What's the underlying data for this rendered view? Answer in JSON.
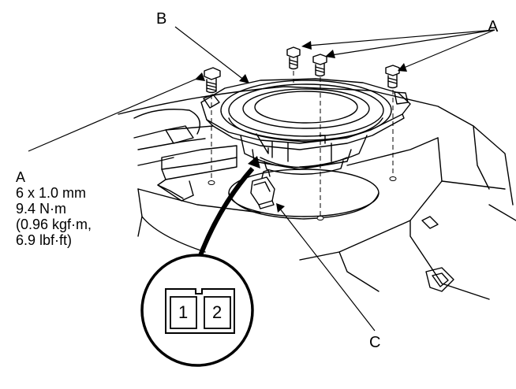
{
  "callouts": {
    "a_top": "A",
    "a_left": "A",
    "b": "B",
    "c": "C"
  },
  "spec": {
    "size": "6 x 1.0 mm",
    "torque_nm": "9.4 N·m",
    "torque_kgf": "(0.96 kgf·m,",
    "torque_lbf": "6.9 lbf·ft)"
  },
  "connector": {
    "pin1": "1",
    "pin2": "2"
  }
}
